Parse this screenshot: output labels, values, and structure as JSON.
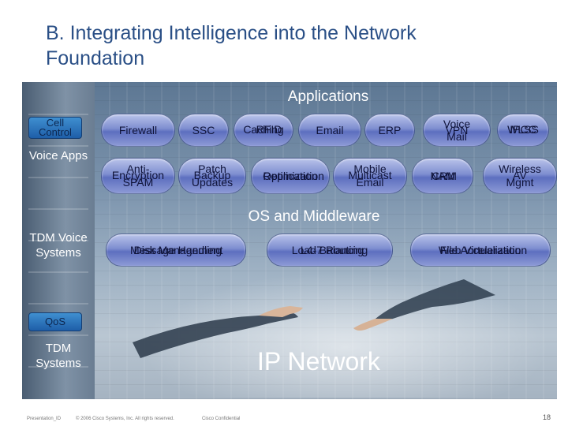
{
  "title": {
    "line1": "B. Integrating Intelligence into the Network",
    "line2": "Foundation"
  },
  "sections": {
    "applications": "Applications",
    "os_middleware": "OS and Middleware",
    "ip_network": "IP Network"
  },
  "sidebar": {
    "cell_control": "Cell Control",
    "voice_apps": "Voice Apps",
    "tdm_voice_systems": "TDM Voice Systems",
    "qos": "QoS",
    "tdm_systems": "TDM Systems"
  },
  "apps_row1": {
    "firewall": "Firewall",
    "ssc": "SSC",
    "caching": "Caching",
    "rfid": "RFID",
    "email": "Email",
    "erp": "ERP",
    "voice": "Voice",
    "vpn": "VPN",
    "mail": "Mail",
    "wlss": "WLSS",
    "ipcc": "IPCC"
  },
  "apps_row2": {
    "anti": "Anti-",
    "spam": "SPAM",
    "encryption": "Encryption",
    "patch": "Patch",
    "backup": "Backup",
    "updates": "Updates",
    "replication": "Replication",
    "optimization": "Optimization",
    "mobile": "Mobile",
    "multicast": "Multicast",
    "email": "Email",
    "nam": "NAM",
    "crm": "CRM",
    "wireless": "Wireless",
    "av": "AV",
    "mgmt": "Mgmt"
  },
  "middleware": {
    "message_handling": "Message Handling",
    "disk_management": "Disk Management",
    "load_balancing": "Load Balancing",
    "l4_7_routing": "L4-7 Routing",
    "file_acceleration": "File Acceleration",
    "web_virtualization": "Web Virtualization"
  },
  "footer": {
    "presentation_id": "Presentation_ID",
    "copyright": "© 2006 Cisco Systems, Inc. All rights reserved.",
    "confidential": "Cisco Confidential",
    "page": "18"
  },
  "colors": {
    "title": "#2a4f86",
    "pill": "#7e8ed0",
    "qos_box": "#2f7bc4",
    "background": "#8ea3b8"
  }
}
